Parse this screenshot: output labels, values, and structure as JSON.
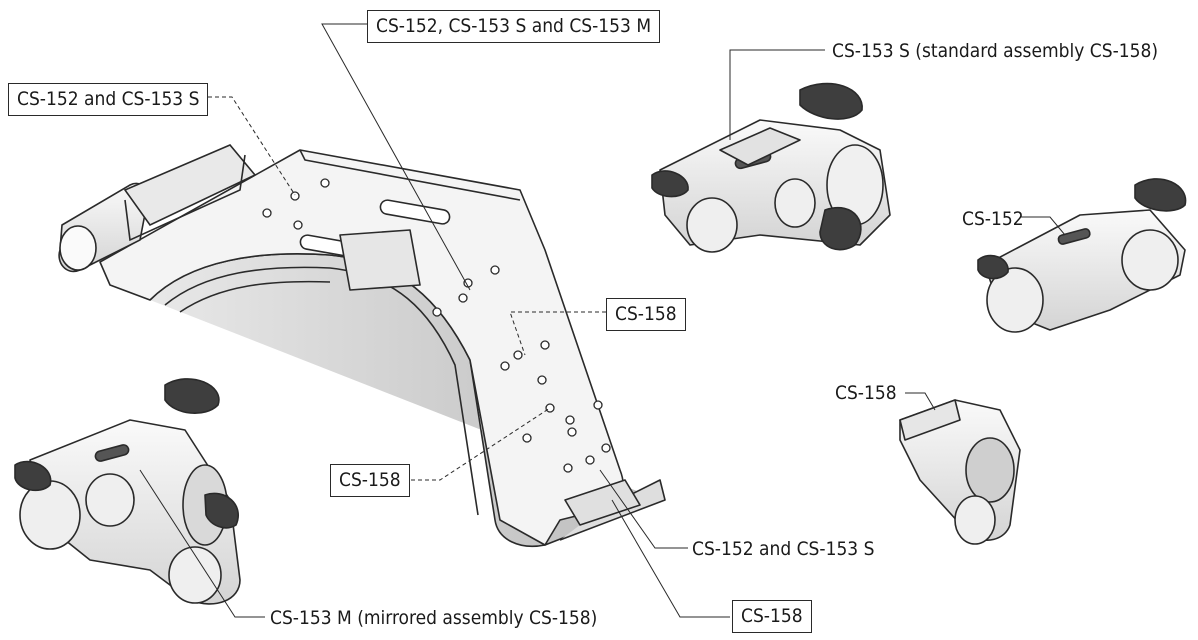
{
  "labels": {
    "top_center": "CS-152, CS-153 S and CS-153 M",
    "top_left": "CS-152 and CS-153 S",
    "top_right": "CS-153 S (standard assembly CS-158)",
    "right_cs152": "CS-152",
    "mid_cs158": "CS-158",
    "right_cs158": "CS-158",
    "left_cs158": "CS-158",
    "bottom_cs152_153s": "CS-152 and CS-153 S",
    "bottom_left": "CS-153 M (mirrored assembly CS-158)",
    "bottom_cs158": "CS-158"
  },
  "colors": {
    "line": "#2a2a2a",
    "part_fill": "#f2f2f2",
    "part_shade": "#cfcfcf",
    "dark": "#3a3a3a"
  }
}
